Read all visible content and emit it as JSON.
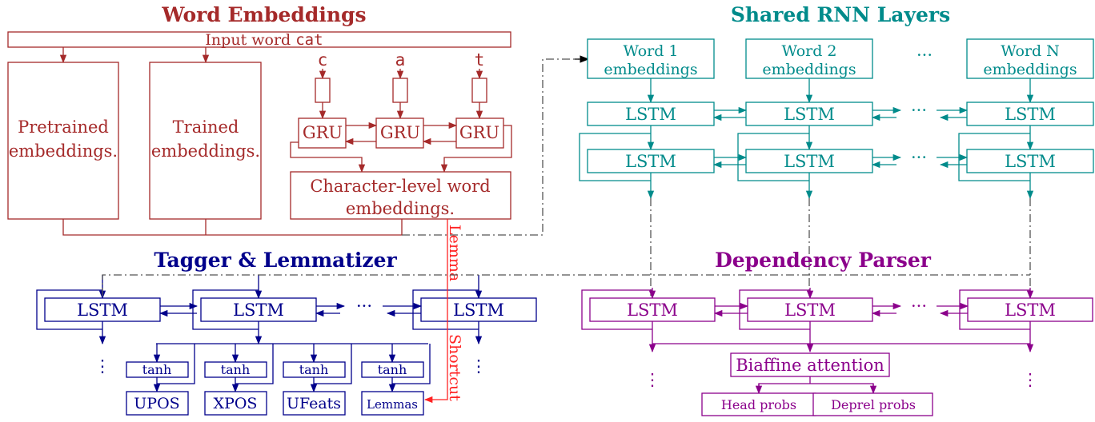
{
  "colors": {
    "word_embeddings": "#a52a2a",
    "shared_rnn": "#008b8b",
    "tagger": "#00008b",
    "parser": "#8b008b",
    "shortcut": "#ff2222",
    "connector": "#555555"
  },
  "word_embeddings": {
    "title": "Word Embeddings",
    "input_label_prefix": "Input word ",
    "input_word": "cat",
    "chars": [
      "c",
      "a",
      "t"
    ],
    "pretrained": [
      "Pretrained",
      "embeddings."
    ],
    "trained": [
      "Trained",
      "embeddings."
    ],
    "gru_label": "GRU",
    "char_level": [
      "Character-level word",
      "embeddings."
    ]
  },
  "shared_rnn": {
    "title": "Shared RNN Layers",
    "words": [
      {
        "line1": "Word 1",
        "line2": "embeddings"
      },
      {
        "line1": "Word 2",
        "line2": "embeddings"
      },
      {
        "line1": "Word N",
        "line2": "embeddings"
      }
    ],
    "lstm_label": "LSTM",
    "ellipsis": "···"
  },
  "tagger": {
    "title": "Tagger & Lemmatizer",
    "lstm_label": "LSTM",
    "tanh_label": "tanh",
    "outputs": [
      "UPOS",
      "XPOS",
      "UFeats",
      "Lemmas"
    ],
    "ellipsis": "···",
    "vdots": "⋮"
  },
  "shortcut": {
    "label_top": "Lemma",
    "label_bottom": "Shortcut"
  },
  "parser": {
    "title": "Dependency Parser",
    "lstm_label": "LSTM",
    "biaffine": "Biaffine attention",
    "outputs": [
      "Head probs",
      "Deprel probs"
    ],
    "ellipsis": "···",
    "vdots": "⋮"
  }
}
